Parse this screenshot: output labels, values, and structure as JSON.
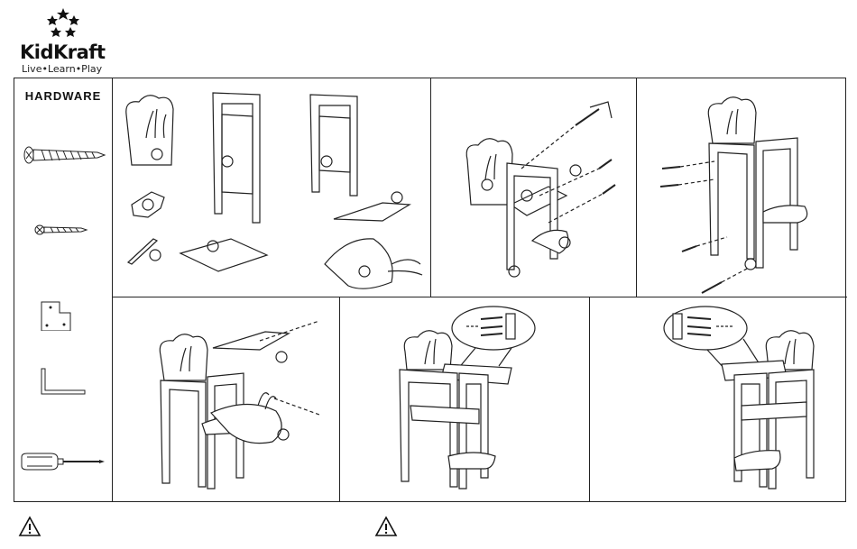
{
  "header": {
    "brand": "KidKraft",
    "tagline": "Live•Learn•Play",
    "logo_icon": "stars-logo-icon"
  },
  "hardware": {
    "title": "HARDWARE",
    "items": [
      {
        "name": "long-screw-icon"
      },
      {
        "name": "short-screw-icon"
      },
      {
        "name": "l-bracket-icon"
      },
      {
        "name": "allen-wrench-icon"
      },
      {
        "name": "screwdriver-icon"
      }
    ]
  },
  "steps": [
    {
      "name": "parts-overview"
    },
    {
      "name": "step-attach-seat"
    },
    {
      "name": "step-attach-legs"
    },
    {
      "name": "step-attach-tray-and-cushion"
    },
    {
      "name": "step-tray-front-view"
    },
    {
      "name": "step-tray-side-view"
    }
  ],
  "warnings": [
    {
      "icon": "warning-icon"
    },
    {
      "icon": "warning-icon"
    }
  ]
}
